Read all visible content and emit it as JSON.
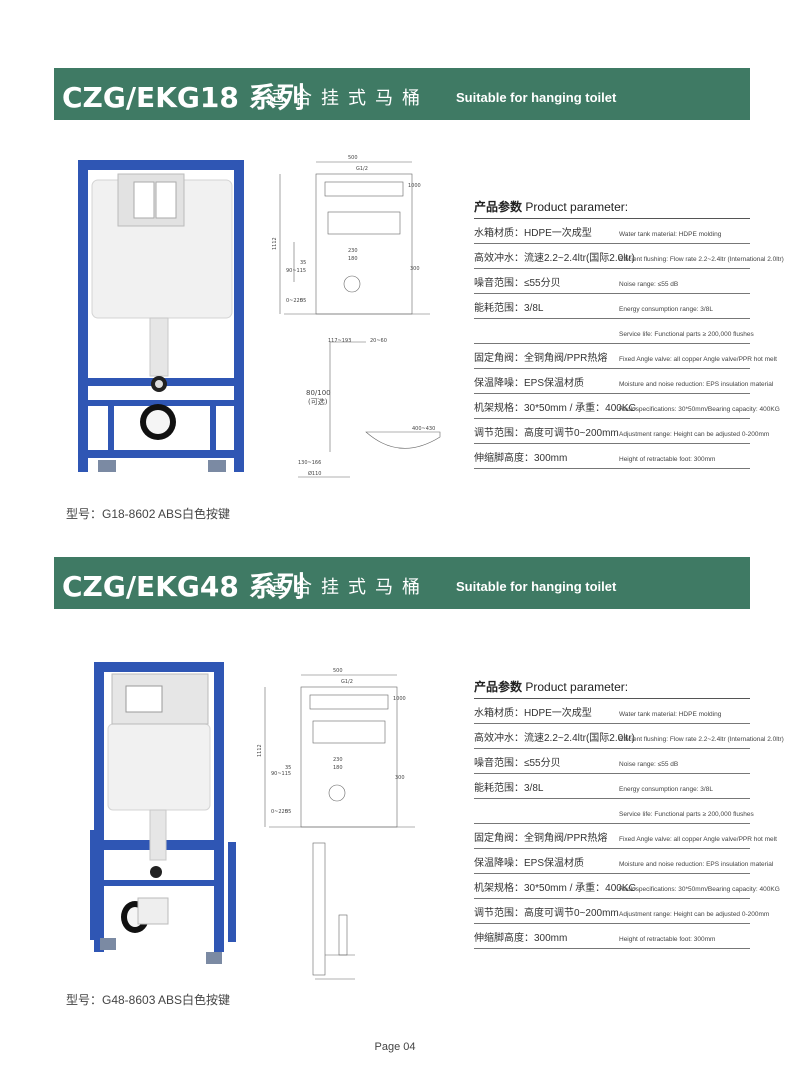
{
  "sections": [
    {
      "series": "CZG/EKG18 系列",
      "cn_title": "适合挂式马桶",
      "en_title": "Suitable for hanging toilet",
      "model": "型号：G18-8602 ABS白色按键",
      "params_title_cn": "产品参数",
      "params_title_en": "Product parameter:",
      "params": [
        {
          "cn": "水箱材质：HDPE一次成型",
          "en": "Water tank material: HDPE molding"
        },
        {
          "cn": "高效冲水：流速2.2~2.4ltr(国际2.0ltr)",
          "en": "Efficient flushing: Flow rate 2.2~2.4ltr (International 2.0ltr)"
        },
        {
          "cn": "噪音范围：≤55分贝",
          "en": "Noise range: ≤55 dB"
        },
        {
          "cn": "能耗范围：3/8L",
          "en": "Energy consumption range: 3/8L"
        },
        {
          "cn": "",
          "en": "Service life: Functional parts ≥ 200,000 flushes"
        },
        {
          "cn": "固定角阀：全铜角阀/PPR热熔",
          "en": "Fixed Angle valve: all copper Angle valve/PPR hot melt"
        },
        {
          "cn": "保温降噪：EPS保温材质",
          "en": "Moisture and noise reduction: EPS insulation material"
        },
        {
          "cn": "机架规格：30*50mm / 承重：400KG",
          "en": "Rack specifications: 30*50mm/Bearing capacity: 400KG"
        },
        {
          "cn": "调节范围：高度可调节0~200mm",
          "en": "Adjustment range: Height can be adjusted 0-200mm"
        },
        {
          "cn": "伸缩脚高度：300mm",
          "en": "Height of retractable foot: 300mm"
        }
      ],
      "dims": {
        "w": "500",
        "g": "G1/2",
        "h1": "1000",
        "h2": "1112",
        "d1": "90~115",
        "d2": "35",
        "d3": "230",
        "d4": "180",
        "d5": "300",
        "d6": "0~220",
        "d7": "55",
        "s1": "117~193",
        "s2": "20~60",
        "s3": "80/100",
        "s4": "(可选)",
        "s5": "400~430",
        "s6": "130~166",
        "s7": "Ø110"
      }
    },
    {
      "series": "CZG/EKG48 系列",
      "cn_title": "适合挂式马桶",
      "en_title": "Suitable for hanging toilet",
      "model": "型号：G48-8603 ABS白色按键",
      "params_title_cn": "产品参数",
      "params_title_en": "Product parameter:",
      "params": [
        {
          "cn": "水箱材质：HDPE一次成型",
          "en": "Water tank material: HDPE molding"
        },
        {
          "cn": "高效冲水：流速2.2~2.4ltr(国际2.0ltr)",
          "en": "Efficient flushing: Flow rate 2.2~2.4ltr (International 2.0ltr)"
        },
        {
          "cn": "噪音范围：≤55分贝",
          "en": "Noise range: ≤55 dB"
        },
        {
          "cn": "能耗范围：3/8L",
          "en": "Energy consumption range: 3/8L"
        },
        {
          "cn": "",
          "en": "Service life: Functional parts ≥ 200,000 flushes"
        },
        {
          "cn": "固定角阀：全铜角阀/PPR热熔",
          "en": "Fixed Angle valve: all copper Angle valve/PPR hot melt"
        },
        {
          "cn": "保温降噪：EPS保温材质",
          "en": "Moisture and noise reduction: EPS insulation material"
        },
        {
          "cn": "机架规格：30*50mm / 承重：400KG",
          "en": "Rack specifications: 30*50mm/Bearing capacity: 400KG"
        },
        {
          "cn": "调节范围：高度可调节0~200mm",
          "en": "Adjustment range: Height can be adjusted 0-200mm"
        },
        {
          "cn": "伸缩脚高度：300mm",
          "en": "Height of retractable foot: 300mm"
        }
      ],
      "dims": {
        "w": "500",
        "g": "G1/2",
        "h1": "1000",
        "h2": "1112",
        "d1": "90~115",
        "d2": "35",
        "d3": "230",
        "d4": "180",
        "d5": "300",
        "d6": "0~220",
        "d7": "55"
      }
    }
  ],
  "footer": "Page 04",
  "colors": {
    "band": "#3f7a64",
    "frame": "#2f56b4",
    "tank": "#f1f1f1"
  }
}
